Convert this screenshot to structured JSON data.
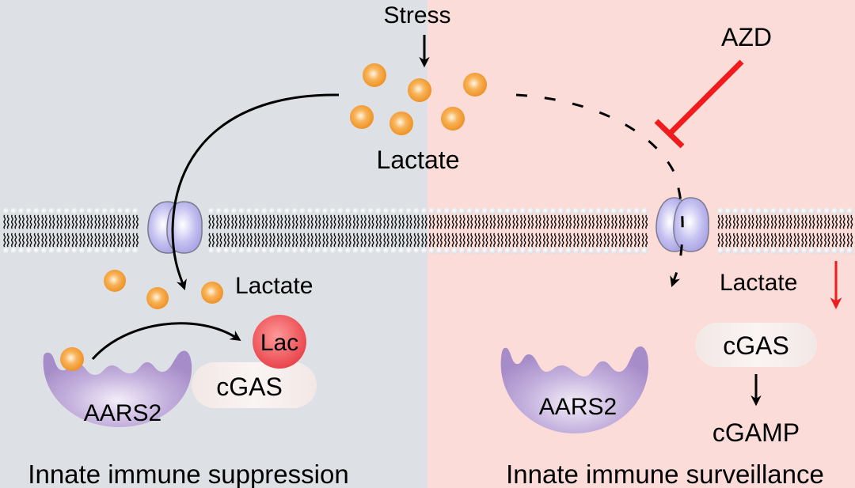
{
  "colors": {
    "left_bg": "#dde1e5",
    "right_bg": "#fcdcd8",
    "lactate": "#f5a13a",
    "inhibitor": "#ee1c1c",
    "protein": "#b39bd0",
    "transporter": "#b9b5ec",
    "lac_mark": "#ef5a5e",
    "cgas_pill": "#f7ecea"
  },
  "labels": {
    "stress": "Stress",
    "lactate_top": "Lactate",
    "azd": "AZD",
    "lactate_left": "Lactate",
    "lactate_right": "Lactate",
    "lac": "Lac",
    "cgas_left": "cGAS",
    "cgas_right": "cGAS",
    "aars2_left": "AARS2",
    "aars2_right": "AARS2",
    "cgamp": "cGAMP"
  },
  "panels": {
    "left": {
      "title": "Innate immune suppression"
    },
    "right": {
      "title": "Innate immune surveillance"
    }
  }
}
